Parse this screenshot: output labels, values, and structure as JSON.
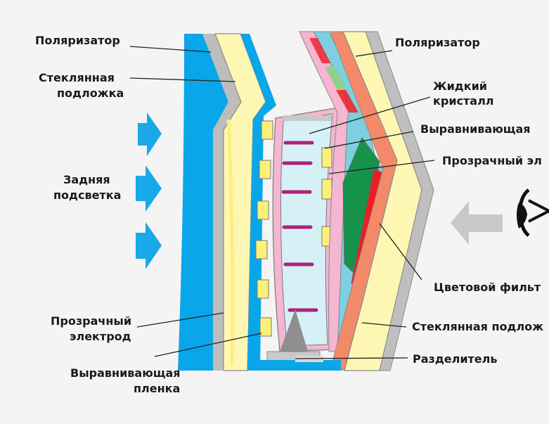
{
  "labels": {
    "left": {
      "polarizer": "Поляризатор",
      "glass_1": "Стеклянная",
      "glass_2": "подложка",
      "backlight_1": "Задняя",
      "backlight_2": "подсветка",
      "electrode_1": "Прозрачный",
      "electrode_2": "электрод",
      "align_1": "Выравнивающая",
      "align_2": "пленка"
    },
    "right": {
      "polarizer": "Поляризатор",
      "lc_1": "Жидкий",
      "lc_2": "кристалл",
      "align": "Выравнивающая",
      "electrode": "Прозрачный эл",
      "filter": "Цветовой фильт",
      "glass": "Стеклянная подлож",
      "spacer": "Разделитель"
    }
  },
  "colors": {
    "backlight_blue": "#0aa6ea",
    "arrow_blue": "#19a9e9",
    "glass_yellow": "#fdf7b3",
    "yellow": "#fcf07a",
    "polarizer_gray": "#bfbfbf",
    "pink": "#f4b6d0",
    "lc_cell": "#d6f1f6",
    "lc_magenta": "#b0207c",
    "filter_green": "#16934a",
    "filter_red": "#ee1d23",
    "eye_arrow_gray": "#c8c8c8"
  },
  "icons": [
    "backlight-arrow-icon",
    "eye-icon",
    "viewer-arrow-icon"
  ]
}
